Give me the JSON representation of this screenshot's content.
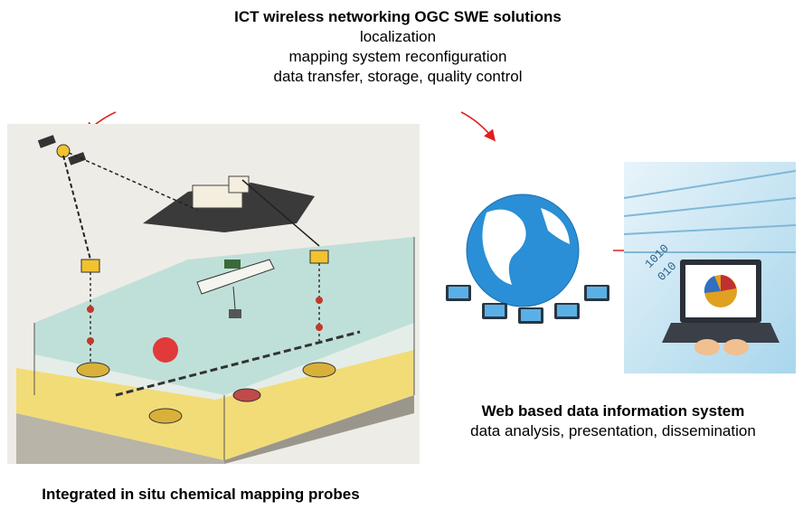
{
  "header": {
    "title": "ICT wireless networking OGC SWE solutions",
    "lines": [
      "localization",
      "mapping system reconfiguration",
      "data transfer, storage, quality control"
    ]
  },
  "web_system": {
    "title": "Web based data information system",
    "subtitle": "data analysis, presentation, dissemination"
  },
  "probes": {
    "title": "Integrated in situ chemical mapping probes"
  },
  "binary_text": [
    "1010",
    "010"
  ],
  "colors": {
    "arrow": "#e02020",
    "sea": "#bfe0d8",
    "sand": "#f2dc78",
    "scene_bg": "#eeece6",
    "globe_ocean": "#2a8fd6",
    "globe_land": "#ffffff"
  },
  "icons": [
    "satellite-icon",
    "shore-station-icon",
    "ship-icon",
    "buoy-icon",
    "globe-icon",
    "laptop-icon"
  ]
}
